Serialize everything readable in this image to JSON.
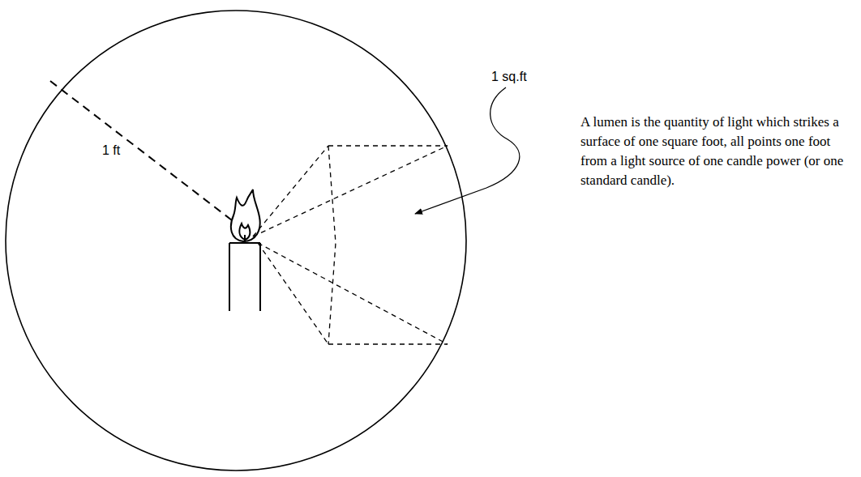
{
  "diagram": {
    "labels": [
      "1 ft",
      "1 sq.ft",
      "A lumen is the quantity of light which strikes a surface of one square foot, all points one foot from a light source of one candle power (or one standard candle)."
    ]
  }
}
